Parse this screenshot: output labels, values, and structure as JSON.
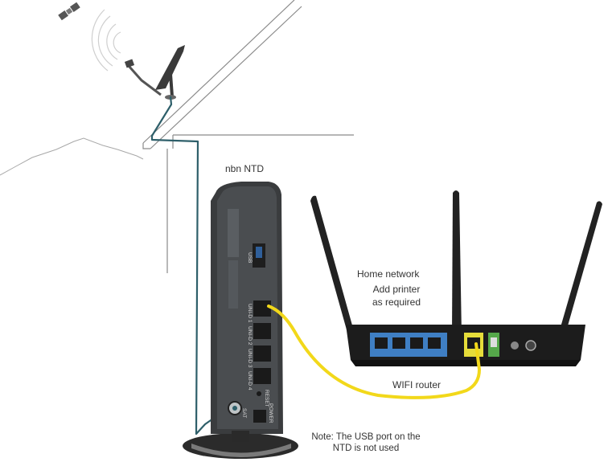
{
  "labels": {
    "ntd": "nbn NTD",
    "home_network": "Home network",
    "add_printer": "Add printer as required",
    "wifi_router": "WIFI router",
    "note": "Note: The USB port on the NTD is not used"
  },
  "ntd_ports": {
    "usb": "USB",
    "uni_d1": "UNI-D 1",
    "uni_d2": "UNI-D 2",
    "uni_d3": "UNI-D 3",
    "uni_d4": "UNI-D 4",
    "reset": "RESET",
    "power": "POWER",
    "sat": "SAT"
  },
  "colors": {
    "ethernet_cable": "#f2d81a",
    "satellite_cable": "#2e5f6a",
    "ntd_body": "#3a3c3e",
    "router_body": "#1c1c1c",
    "lan_ports": "#3f7fc4",
    "wan_port": "#e6dd3a"
  }
}
